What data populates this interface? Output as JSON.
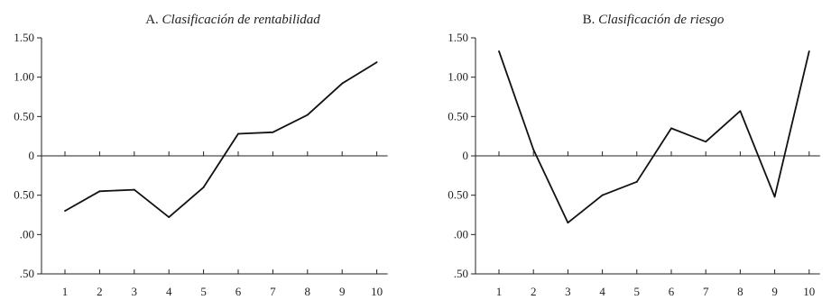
{
  "chart_data": [
    {
      "type": "line",
      "title_prefix": "A. ",
      "title_italic": "Clasificación de rentabilidad",
      "x": [
        1,
        2,
        3,
        4,
        5,
        6,
        7,
        8,
        9,
        10
      ],
      "xticks": [
        "1",
        "2",
        "3",
        "4",
        "5",
        "6",
        "7",
        "8",
        "9",
        "10"
      ],
      "y_tick_values": [
        1.5,
        1.0,
        0.5,
        0,
        -0.5,
        -1.0,
        -1.5
      ],
      "y_tick_labels": [
        "1.50",
        "1.00",
        "0.50",
        "0",
        "0.50",
        ".00",
        ".50"
      ],
      "ylim": [
        -1.5,
        1.5
      ],
      "series": [
        {
          "values": [
            -0.7,
            -0.45,
            -0.43,
            -0.78,
            -0.4,
            0.28,
            0.3,
            0.52,
            0.92,
            1.19
          ]
        }
      ],
      "grid": false
    },
    {
      "type": "line",
      "title_prefix": "B. ",
      "title_italic": "Clasificación de riesgo",
      "x": [
        1,
        2,
        3,
        4,
        5,
        6,
        7,
        8,
        9,
        10
      ],
      "xticks": [
        "1",
        "2",
        "3",
        "4",
        "5",
        "6",
        "7",
        "8",
        "9",
        "10"
      ],
      "y_tick_values": [
        1.5,
        1.0,
        0.5,
        0,
        -0.5,
        -1.0,
        -1.5
      ],
      "y_tick_labels": [
        "1.50",
        "1.00",
        "0.50",
        "0",
        "0.50",
        ".00",
        ".50"
      ],
      "ylim": [
        -1.5,
        1.5
      ],
      "series": [
        {
          "values": [
            1.33,
            0.08,
            -0.85,
            -0.5,
            -0.33,
            0.35,
            0.18,
            0.57,
            -0.52,
            1.33
          ]
        }
      ],
      "grid": false
    }
  ]
}
